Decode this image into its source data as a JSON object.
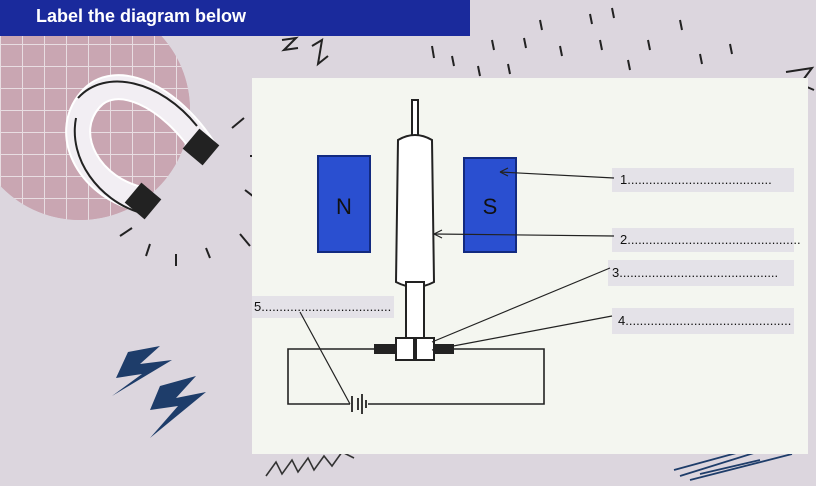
{
  "header": {
    "title": "Label the diagram below"
  },
  "diagram": {
    "magnet_left_label": "N",
    "magnet_right_label": "S",
    "labels": [
      {
        "num": "1.",
        "line": "......................................."
      },
      {
        "num": "2.",
        "line": "..............................................."
      },
      {
        "num": "3.",
        "line": "..........................................."
      },
      {
        "num": "4.",
        "line": "............................................."
      },
      {
        "num": "5.",
        "line": "..................................."
      }
    ]
  },
  "decor": {
    "accent_blue": "#1a2a9c",
    "magnet_blue": "#2a4fd0",
    "grid_pink": "#c9a6b2",
    "icons": [
      "horseshoe-magnet-icon",
      "lightning-bolt-icon",
      "zigzag-doodle-icon"
    ]
  }
}
